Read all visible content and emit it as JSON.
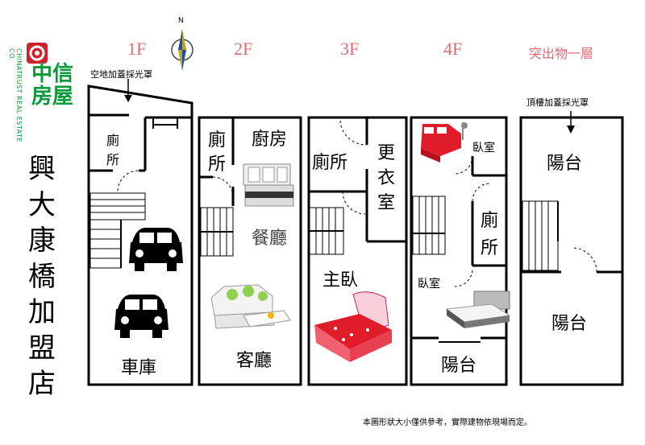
{
  "brand": {
    "name": "中信房屋",
    "english": "CHINATRUST REAL ESTATE CO.",
    "logo_color": "#0a9a3a",
    "logo_accent": "#d0202a"
  },
  "title_vertical": [
    "興",
    "大",
    "康",
    "橋",
    "加",
    "盟",
    "店"
  ],
  "compass": {
    "label": "N"
  },
  "floors": {
    "f1": "1F",
    "f2": "2F",
    "f3": "3F",
    "f4": "4F",
    "roof": "突出物一層",
    "color": "#e06a72"
  },
  "notes": {
    "f1_top": "空地加蓋採光罩",
    "roof_top": "頂樓加蓋採光罩"
  },
  "rooms": {
    "f1_toilet": "廁所",
    "f1_garage": "車庫",
    "f2_toilet": "廁所",
    "f2_kitchen": "廚房",
    "f2_dining": "餐廳",
    "f2_living": "客廳",
    "f3_toilet": "廁所",
    "f3_closet": "更衣室",
    "f3_master": "主臥",
    "f4_bedroom_a": "臥室",
    "f4_toilet": "廁所",
    "f4_bedroom_b": "臥室",
    "f4_balcony": "陽台",
    "roof_balcony_a": "陽台",
    "roof_balcony_b": "陽台"
  },
  "icons": [
    "north-arrow-icon",
    "car-icon",
    "car-icon",
    "stove-icon",
    "sofa-icon",
    "bed-icon",
    "bed-icon",
    "bed-icon"
  ],
  "disclaimer": "本圖形狀大小僅供參考，實際建物依現場而定。"
}
